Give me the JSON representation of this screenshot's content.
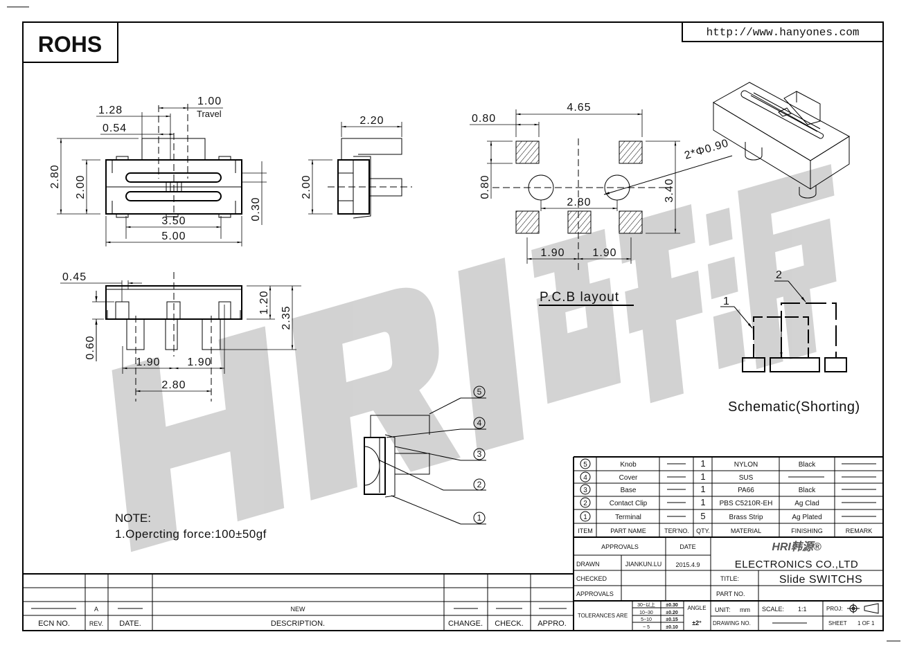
{
  "header": {
    "rohs": "ROHS",
    "url": "http://www.hanyones.com"
  },
  "watermark": {
    "logo": "HRI韩源"
  },
  "front_view": {
    "d_1_28": "1.28",
    "d_0_54": "0.54",
    "d_1_00": "1.00",
    "travel": "Travel",
    "d_2_80": "2.80",
    "d_2_00": "2.00",
    "d_0_30": "0.30",
    "d_3_50": "3.50",
    "d_5_00": "5.00"
  },
  "side_view": {
    "d_2_20": "2.20",
    "d_2_00": "2.00"
  },
  "bottom_view": {
    "d_0_45": "0.45",
    "d_1_20": "1.20",
    "d_2_35": "2.35",
    "d_0_60": "0.60",
    "d_1_90a": "1.90",
    "d_1_90b": "1.90",
    "d_2_80": "2.80"
  },
  "pcb": {
    "d_4_65": "4.65",
    "d_0_80_h": "0.80",
    "d_0_80_v": "0.80",
    "d_3_40": "3.40",
    "hole": "2*Φ0.90",
    "d_2_80": "2.80",
    "d_1_90a": "1.90",
    "d_1_90b": "1.90",
    "title": "P.C.B layout"
  },
  "schematic": {
    "label1": "1",
    "label2": "2",
    "title": "Schematic(Shorting)"
  },
  "exploded": {
    "callouts": [
      "5",
      "4",
      "3",
      "2",
      "1"
    ]
  },
  "note": {
    "title": "NOTE:",
    "line1": "1.Opercting force:100±50gf"
  },
  "revision": {
    "row": {
      "rev": "A",
      "desc": "NEW"
    },
    "headers": {
      "ecn": "ECN NO.",
      "rev": "REV.",
      "date": "DATE.",
      "desc": "DESCRIPTION.",
      "change": "CHANGE.",
      "check": "CHECK.",
      "appro": "APPRO."
    }
  },
  "parts": {
    "rows": [
      {
        "item": "5",
        "name": "Knob",
        "qty": "1",
        "material": "NYLON",
        "finishing": "Black"
      },
      {
        "item": "4",
        "name": "Cover",
        "qty": "1",
        "material": "SUS",
        "finishing": ""
      },
      {
        "item": "3",
        "name": "Base",
        "qty": "1",
        "material": "PA66",
        "finishing": "Black"
      },
      {
        "item": "2",
        "name": "Contact Clip",
        "qty": "1",
        "material": "PBS C5210R-EH",
        "finishing": "Ag Clad"
      },
      {
        "item": "1",
        "name": "Terminal",
        "qty": "5",
        "material": "Brass Strip",
        "finishing": "Ag Plated"
      }
    ],
    "headers": {
      "item": "ITEM",
      "name": "PART NAME",
      "ter": "TER'NO.",
      "qty": "QTY.",
      "material": "MATERIAL",
      "finishing": "FINISHING",
      "remark": "REMARK"
    }
  },
  "title_block": {
    "approvals": "APPROVALS",
    "date": "DATE",
    "drawn": "DRAWN",
    "drawn_by": "JIANKUN.LU",
    "drawn_date": "2015.4.9",
    "checked": "CHECKED",
    "approvals2": "APPROVALS",
    "company_logo": "HRI韩源®",
    "company": "ELECTRONICS CO.,LTD",
    "title_label": "TITLE:",
    "title": "Slide SWITCHS",
    "part_no_label": "PART NO.",
    "tolerances_label": "TOLERANCES ARE",
    "tolerances": [
      {
        "range": "30~以上",
        "tol": "±0.30"
      },
      {
        "range": "10~30",
        "tol": "±0.20"
      },
      {
        "range": "5~10",
        "tol": "±0.15"
      },
      {
        "range": "~ 5",
        "tol": "±0.10"
      }
    ],
    "angle_label": "ANGLE",
    "angle": "±2°",
    "unit_label": "UNIT:",
    "unit": "mm",
    "scale_label": "SCALE:",
    "scale": "1:1",
    "proj_label": "PROJ:",
    "drawing_no_label": "DRAWING NO.",
    "sheet_label": "SHEET",
    "sheet": "1 OF 1"
  }
}
